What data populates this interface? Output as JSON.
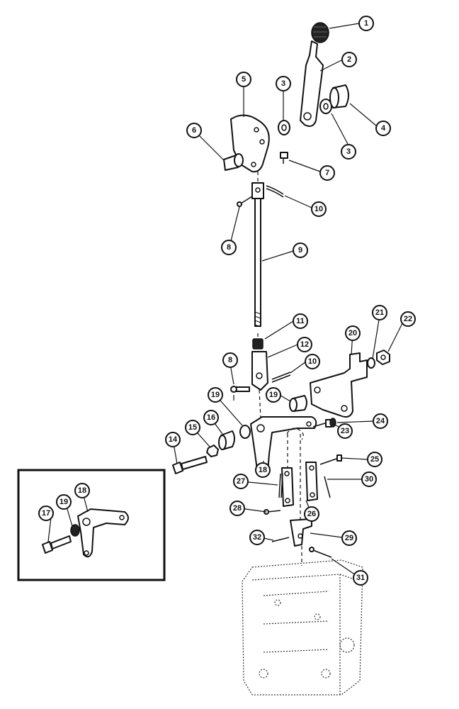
{
  "callouts": {
    "c1": "1",
    "c2": "2",
    "c3a": "3",
    "c3b": "3",
    "c4": "4",
    "c5": "5",
    "c6": "6",
    "c7": "7",
    "c8a": "8",
    "c8b": "8",
    "c9": "9",
    "c10a": "10",
    "c10b": "10",
    "c11": "11",
    "c12": "12",
    "c14": "14",
    "c15": "15",
    "c16": "16",
    "c17": "17",
    "c18a": "18",
    "c18b": "18",
    "c19a": "19",
    "c19b": "19",
    "c19c": "19",
    "c20": "20",
    "c21": "21",
    "c22": "22",
    "c23": "23",
    "c24": "24",
    "c25": "25",
    "c26": "26",
    "c27": "27",
    "c28": "28",
    "c29": "29",
    "c30": "30",
    "c31": "31",
    "c32": "32"
  }
}
